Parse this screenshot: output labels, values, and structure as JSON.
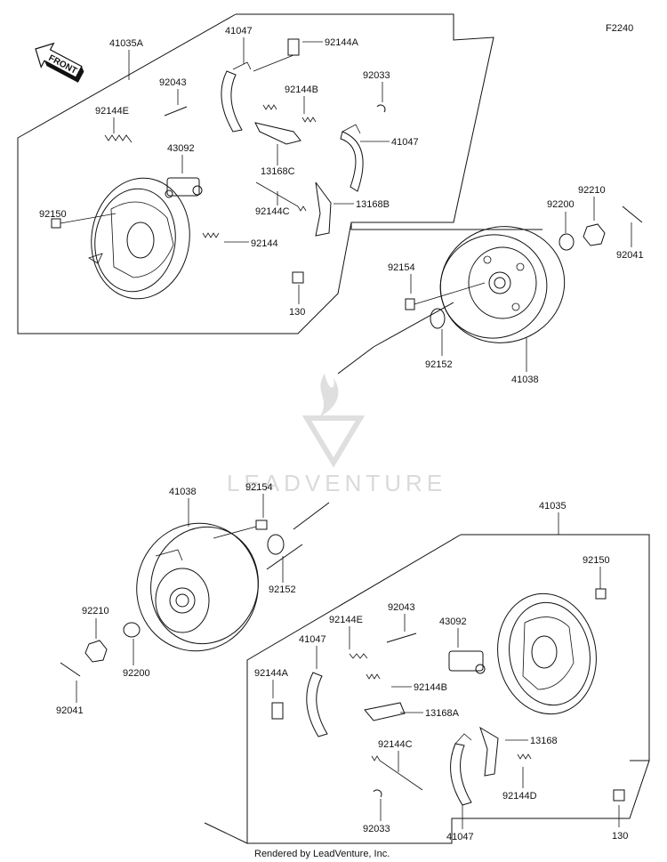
{
  "figure_code": "F2240",
  "front_label": "FRONT",
  "watermark": "LEADVENTURE",
  "footer": "Rendered by LeadVenture, Inc.",
  "top_assembly": {
    "group": "41035A",
    "labels": {
      "shoe_upper": "41047",
      "clip_upper": "92144A",
      "pin": "92043",
      "spring_e": "92144E",
      "spring_b": "92144B",
      "cylinder": "43092",
      "lever_c": "13168C",
      "circlip": "92033",
      "shoe_right": "41047",
      "bolt_backplate": "92150",
      "spring_c": "92144C",
      "lever_b": "13168B",
      "spring": "92144",
      "bolt": "130",
      "washer": "92200",
      "nut": "92210",
      "cotter_pin": "92041",
      "drum_bolt": "92154",
      "seal": "92152",
      "drum": "41038"
    }
  },
  "bottom_assembly": {
    "group": "41035",
    "labels": {
      "drum": "41038",
      "drum_bolt": "92154",
      "seal": "92152",
      "nut": "92210",
      "washer": "92200",
      "cotter_pin": "92041",
      "bolt_backplate": "92150",
      "pin": "92043",
      "spring_e": "92144E",
      "cylinder": "43092",
      "shoe_upper": "41047",
      "clip": "92144A",
      "spring_b": "92144B",
      "lever_a": "13168A",
      "lever": "13168",
      "spring_c": "92144C",
      "spring_d": "92144D",
      "circlip": "92033",
      "shoe_lower": "41047",
      "bolt": "130"
    }
  }
}
